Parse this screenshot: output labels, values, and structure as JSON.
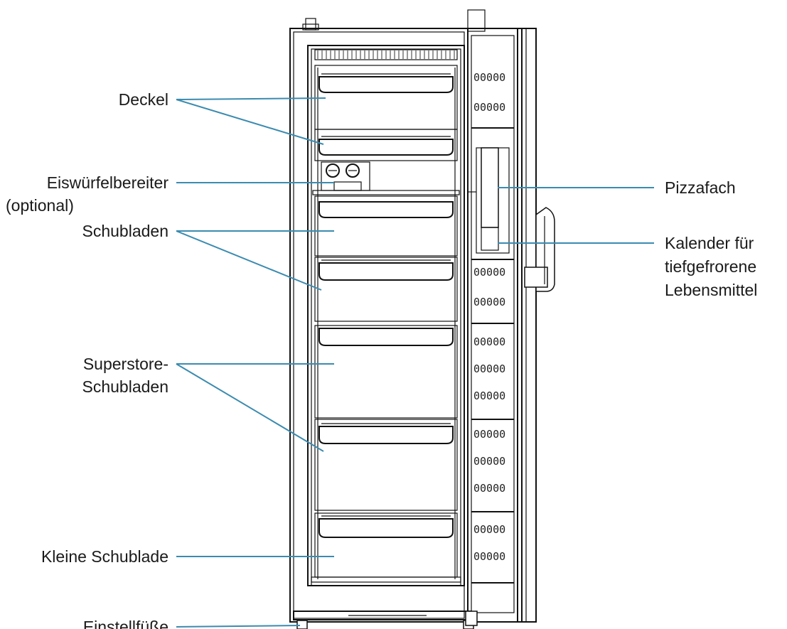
{
  "labels": {
    "deckel": "Deckel",
    "eiswuerfel_1": "Eiswürfelbereiter",
    "eiswuerfel_2": "(optional)",
    "schubladen": "Schubladen",
    "superstore_1": "Superstore-",
    "superstore_2": "Schubladen",
    "kleine": "Kleine Schublade",
    "einstell": "Einstellfüße",
    "pizzafach": "Pizzafach",
    "kalender_1": "Kalender für",
    "kalender_2": "tiefgefrorene",
    "kalender_3": "Lebensmittel"
  },
  "door_panel_text": "00000",
  "colors": {
    "leader": "#3b8bb0",
    "outline": "#111111",
    "text": "#1a1a1a"
  }
}
